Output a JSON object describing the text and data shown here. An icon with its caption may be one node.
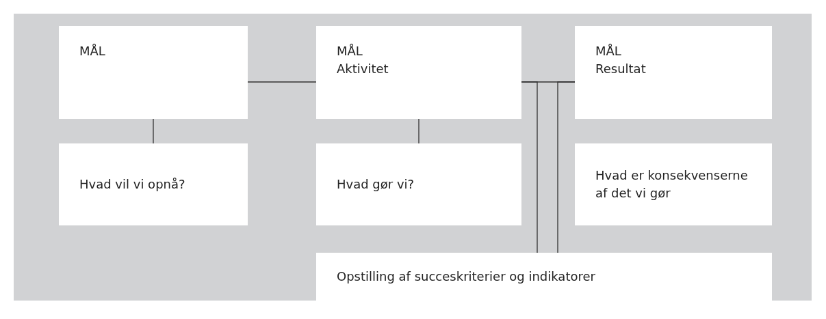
{
  "diagram": {
    "nodes": [
      {
        "text": [
          "MÅL"
        ]
      },
      {
        "text": [
          "MÅL",
          "Aktivitet"
        ]
      },
      {
        "text": [
          "MÅL",
          "Resultat"
        ]
      },
      {
        "text": [
          "Hvad vil vi opnå?"
        ]
      },
      {
        "text": [
          "Hvad gør vi?"
        ]
      },
      {
        "text": [
          "Hvad er konsekvenserne af det vi gør"
        ]
      },
      {
        "text": [
          "Opstilling af succeskriterier og indikatorer"
        ]
      }
    ],
    "edges": [
      {
        "from": 0,
        "to": 1,
        "arrow": "none"
      },
      {
        "from": 0,
        "to": 3,
        "arrow": "none"
      },
      {
        "from": 1,
        "to": 4,
        "arrow": "none"
      },
      {
        "from": 1,
        "to": 2,
        "arrow": "none"
      },
      {
        "from": 1,
        "to": 6,
        "arrow": "none"
      },
      {
        "from": 2,
        "to": 6,
        "arrow": "none"
      }
    ]
  }
}
